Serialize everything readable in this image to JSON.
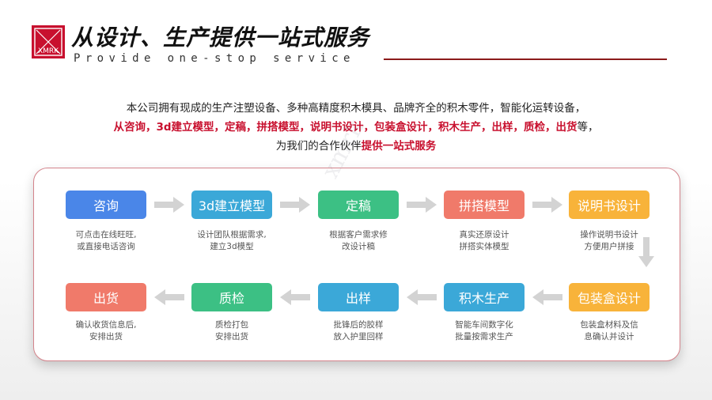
{
  "header": {
    "logo_text": "XMRK",
    "title": "从设计、生产提供一站式服务",
    "subtitle": "Provide one-stop service"
  },
  "intro": {
    "line1": "本公司拥有现成的生产注塑设备、多种高精度积木模具、品牌齐全的积木零件，智能化运转设备，",
    "line2_red": "从咨询，3d建立模型，定稿，拼搭模型，说明书设计，包装盒设计，积木生产，出样，质检，出货",
    "line2_tail": "等，",
    "line3_plain": "为我们的合作伙伴",
    "line3_red": "提供一站式服务"
  },
  "watermark": "xmrk",
  "colors": {
    "brand_red": "#c8102e",
    "blue": "#4a86e8",
    "cyan": "#3ba8d8",
    "green": "#3cc084",
    "salmon": "#f07a6a",
    "orange": "#f8b33a",
    "arrow_gray": "#d3d3d3"
  },
  "steps": [
    {
      "label": "咨询",
      "desc1": "可点击在线旺旺,",
      "desc2": "或直接电话咨询",
      "color": "#4a86e8"
    },
    {
      "label": "3d建立模型",
      "desc1": "设计团队根据需求,",
      "desc2": "建立3d模型",
      "color": "#3ba8d8"
    },
    {
      "label": "定稿",
      "desc1": "根据客户需求修",
      "desc2": "改设计稿",
      "color": "#3cc084"
    },
    {
      "label": "拼搭模型",
      "desc1": "真实还原设计",
      "desc2": "拼搭实体模型",
      "color": "#f07a6a"
    },
    {
      "label": "说明书设计",
      "desc1": "操作说明书设计",
      "desc2": "方便用户拼接",
      "color": "#f8b33a"
    },
    {
      "label": "包装盒设计",
      "desc1": "包装盒材料及信",
      "desc2": "息确认并设计",
      "color": "#f8b33a"
    },
    {
      "label": "积木生产",
      "desc1": "智能车间数字化",
      "desc2": "批量按需求生产",
      "color": "#3ba8d8"
    },
    {
      "label": "出样",
      "desc1": "批锋后的胶样",
      "desc2": "放入护里回样",
      "color": "#3ba8d8"
    },
    {
      "label": "质检",
      "desc1": "质检打包",
      "desc2": "安排出货",
      "color": "#3cc084"
    },
    {
      "label": "出货",
      "desc1": "确认收货信息后,",
      "desc2": "安排出货",
      "color": "#f07a6a"
    }
  ]
}
